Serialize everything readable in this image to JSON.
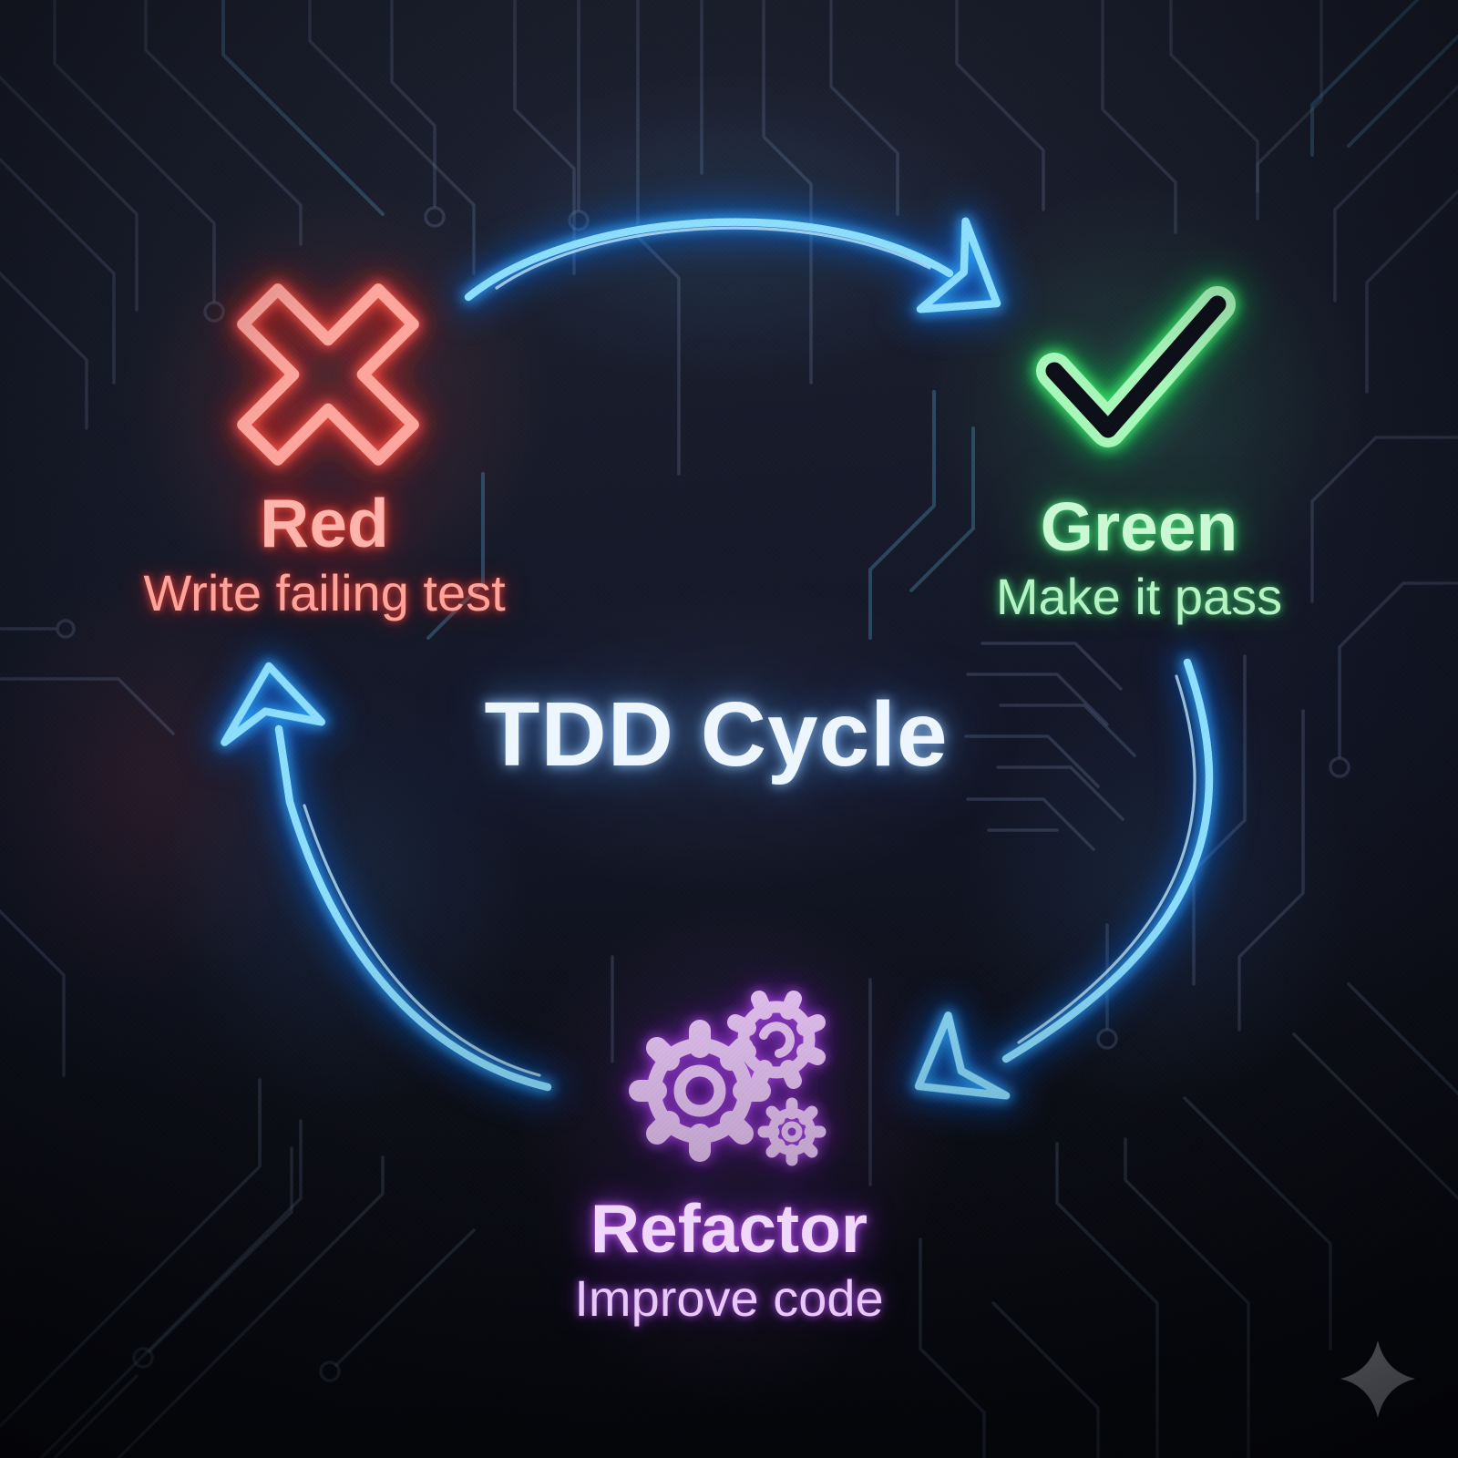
{
  "title": "TDD Cycle",
  "steps": [
    {
      "id": "red",
      "name": "Red",
      "description": "Write failing test",
      "icon": "x-icon",
      "color": "#ff6b61"
    },
    {
      "id": "green",
      "name": "Green",
      "description": "Make it pass",
      "icon": "check-icon",
      "color": "#5ee987"
    },
    {
      "id": "refactor",
      "name": "Refactor",
      "description": "Improve code",
      "icon": "gears-icon",
      "color": "#c97df2"
    }
  ],
  "flow": [
    {
      "from": "Red",
      "to": "Green",
      "arrow": "arrow-red-to-green"
    },
    {
      "from": "Green",
      "to": "Refactor",
      "arrow": "arrow-green-to-refactor"
    },
    {
      "from": "Refactor",
      "to": "Red",
      "arrow": "arrow-refactor-to-red"
    }
  ],
  "colors": {
    "background": "#12151f",
    "arrow": "#59c8ff",
    "title_text": "#edf5ff",
    "circuit_trace": "#3c4a63",
    "sparkle": "#a7abb5"
  },
  "footer": {
    "logo": "sparkle-icon"
  }
}
